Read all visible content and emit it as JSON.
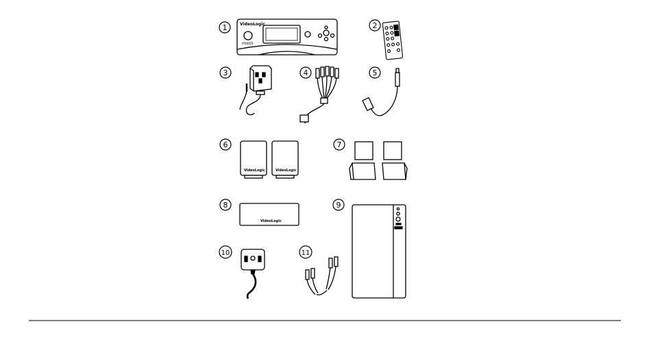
{
  "items": [
    {
      "number": "1",
      "name": "main unit"
    },
    {
      "number": "2",
      "name": "remote control"
    },
    {
      "number": "3",
      "name": "power adapter"
    },
    {
      "number": "4",
      "name": "multi-plug AV cable"
    },
    {
      "number": "5",
      "name": "single RCA cable"
    },
    {
      "number": "6",
      "name": "satellite speakers"
    },
    {
      "number": "7",
      "name": "speaker stands"
    },
    {
      "number": "8",
      "name": "centre speaker"
    },
    {
      "number": "9",
      "name": "subwoofer"
    },
    {
      "number": "10",
      "name": "mains plug"
    },
    {
      "number": "11",
      "name": "stereo RCA cable"
    }
  ],
  "brand": "VideoLogic",
  "main_unit": {
    "power_label": "POWER"
  }
}
